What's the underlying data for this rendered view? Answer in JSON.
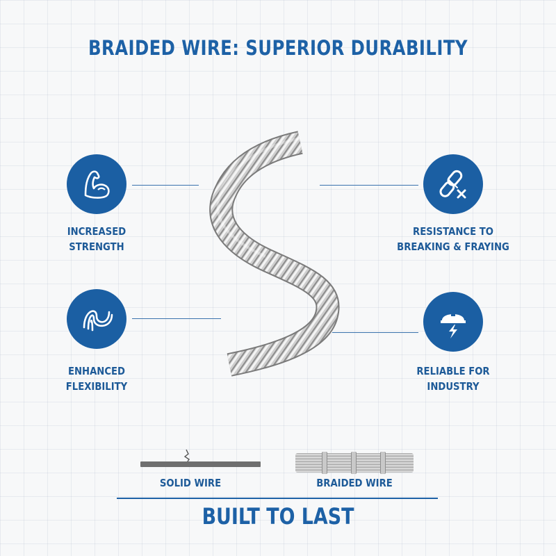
{
  "title": "BRAIDED WIRE: SUPERIOR DURABILITY",
  "features": {
    "strength": {
      "line1": "INCREASED",
      "line2": "STRENGTH",
      "icon": "flexed-arm-icon"
    },
    "resistance": {
      "line1": "RESISTANCE TO",
      "line2": "BREAKING & FRAYING",
      "icon": "broken-chain-icon"
    },
    "flexibility": {
      "line1": "ENHANCED",
      "line2": "FLEXIBILITY",
      "icon": "wavy-loops-icon"
    },
    "industry": {
      "line1": "RELIABLE FOR",
      "line2": "INDUSTRY",
      "icon": "hard-hat-lightning-icon"
    }
  },
  "comparison": {
    "solid_label": "SOLID WIRE",
    "braided_label": "BRAIDED WIRE"
  },
  "footer": "BUILT TO LAST",
  "colors": {
    "brand_blue": "#1b5fa3",
    "text_blue": "#1d5a98",
    "background": "#f7f8f9",
    "wire_steel": "#b8b8b8"
  }
}
